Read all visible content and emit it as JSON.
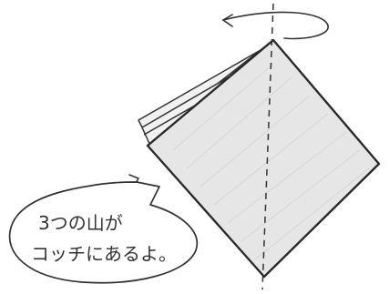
{
  "caption": {
    "line1": "3つの山が",
    "line2": "コッチにあるよ。"
  },
  "colors": {
    "ink": "#333333",
    "pencil_fill": "#e6e6e6",
    "paper": "#ffffff"
  },
  "icons": [
    "rotate-arrow-icon",
    "fold-axis-line",
    "folded-square-paper",
    "speech-bubble"
  ]
}
